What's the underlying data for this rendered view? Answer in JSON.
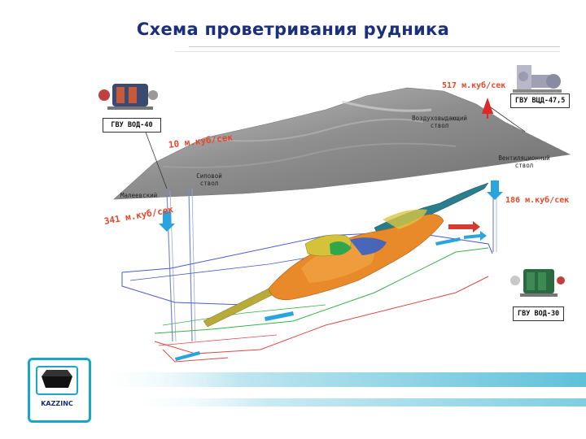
{
  "title": "Схема проветривания рудника",
  "labels": {
    "gvu_vod40": "ГВУ ВОД-40",
    "gvu_vcd475": "ГВУ ВЦД-47,5",
    "gvu_vod30": "ГВУ ВОД-30",
    "air_out_shaft": "Воздуховыдающий\nствол",
    "vent_shaft": "Вентиляционный\nствол",
    "pillar_shaft": "Сиповой\nствол",
    "maleevsky": "Малеевский"
  },
  "flows": {
    "top": "517 м.куб/сек",
    "upper_left": "10 м.куб/сек",
    "left": "341 м.куб/сек",
    "right": "186 м.куб/сек"
  },
  "logo_text": "KAZZINC",
  "colors": {
    "title": "#1b2f7d",
    "flow_red": "#e8472a",
    "accent_teal": "#1aa7c5",
    "arrow_blue": "#2aa4dc",
    "orebody_orange": "#e88a2a",
    "orebody_yellow": "#d4c23a",
    "orebody_teal": "#2a7d8a",
    "terrain_gray": "#8a8a8a"
  }
}
